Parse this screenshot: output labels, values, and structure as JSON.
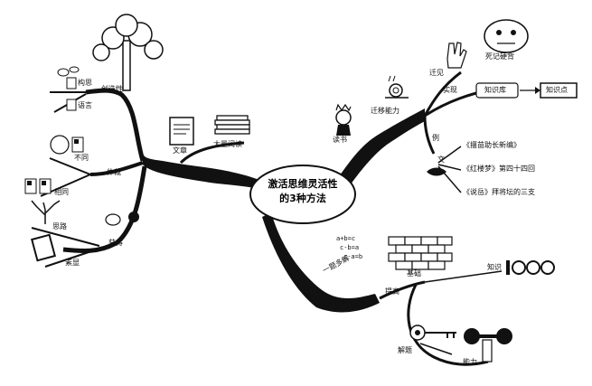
{
  "center": {
    "line1": "激活思维灵活性",
    "line2": "的3种方法"
  },
  "left_branch": {
    "label": "获得",
    "sub_body": {
      "label": "体裁",
      "children": [
        "不同",
        "相同"
      ]
    },
    "sub_creativity": {
      "label": "创造性",
      "children": [
        "构思",
        "语言"
      ]
    },
    "sub_materials": {
      "label": "获得",
      "children": [
        "思路",
        "素显"
      ]
    },
    "reading": {
      "label1": "文章",
      "label2": "大量阅读"
    }
  },
  "top_right_branch": {
    "label": "迁移能力",
    "reading_label": "读书",
    "sub_advance": {
      "label": "迁见",
      "item": "死记硬背"
    },
    "sub_realize": {
      "label": "实现",
      "from": "知识库",
      "to": "知识点"
    },
    "sub_example": {
      "label": "例",
      "sub": "文",
      "items": [
        "《揠苗助长新编》",
        "《红楼梦》第四十四回",
        "《说岳》拜将坛的三支"
      ]
    }
  },
  "bottom_right_branch": {
    "label": "一题多解",
    "formulas": [
      "a+b=c",
      "c-b=a",
      "c-a=b"
    ],
    "sub_improve": {
      "label": "提高",
      "foundation": "基础",
      "knowledge": "知识",
      "solve": "解题",
      "ability": "能力"
    }
  }
}
